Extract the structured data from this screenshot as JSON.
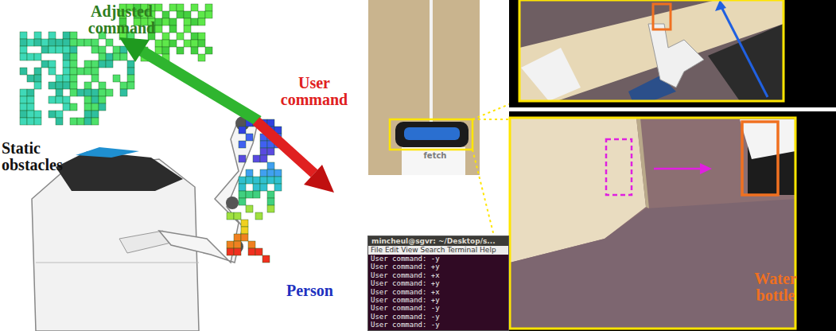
{
  "diagram": {
    "nodes": [
      {
        "text": [
          "mincheul@sgvr: ~/Desktop/s...",
          "File Edit View Search Terminal Help",
          "User command: -y",
          "User command: +y",
          "User command: +x",
          "User command: +y",
          "User command: +x",
          "User command: +y",
          "User command: -y",
          "User command: -y",
          "User command: -y"
        ]
      }
    ],
    "labels": [
      "Adjusted command",
      "User command",
      "Static obstacles",
      "Person",
      "Water bottle",
      "fetch"
    ]
  }
}
